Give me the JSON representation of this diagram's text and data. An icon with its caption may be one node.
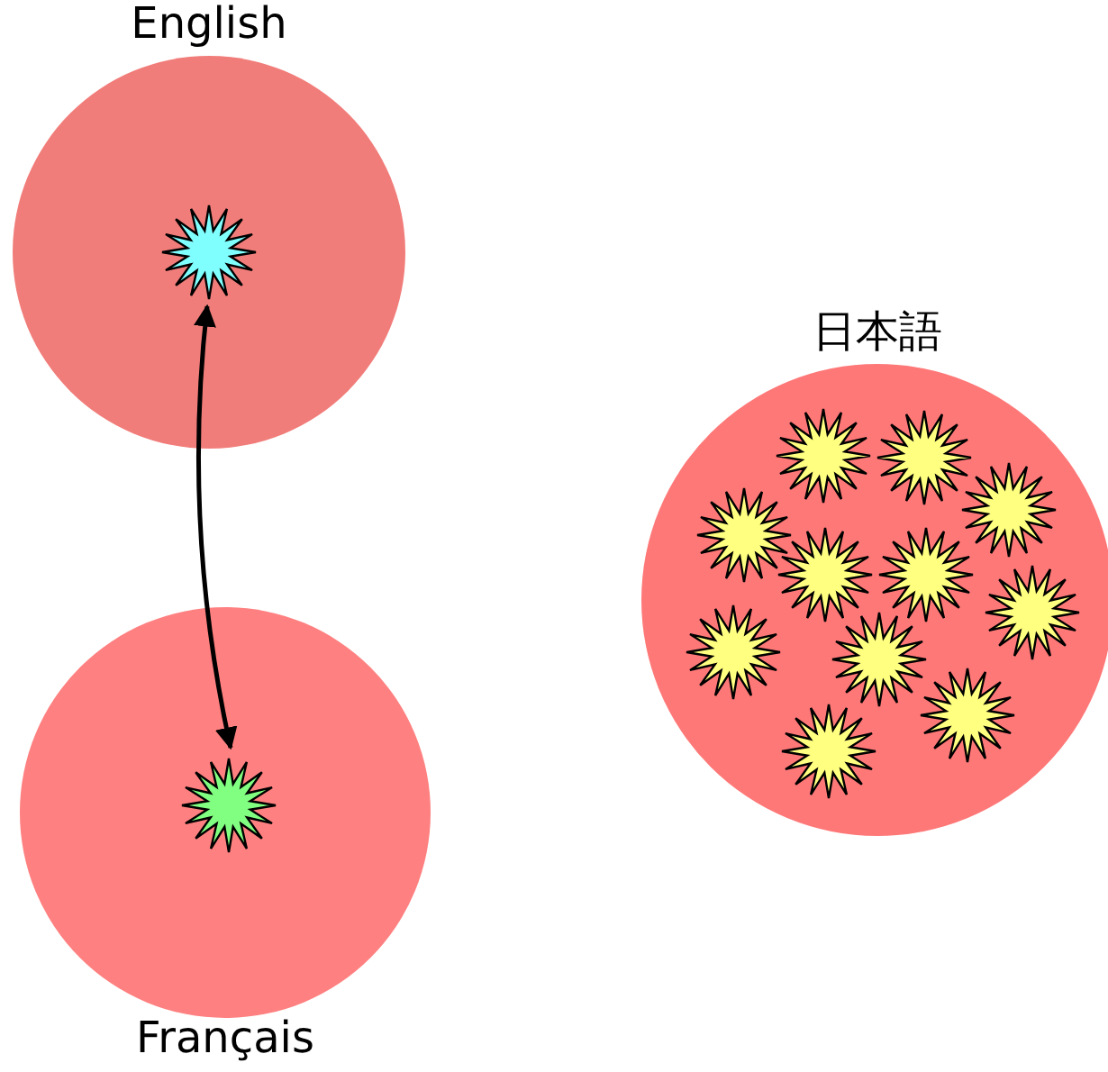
{
  "diagram": {
    "nodes": [
      {
        "text": [
          "English"
        ]
      },
      {
        "text": [],
        "shape": "star",
        "in": 0
      },
      {
        "text": [
          "Français"
        ]
      },
      {
        "text": [],
        "shape": "star",
        "in": 2
      },
      {
        "text": [
          "日本語"
        ]
      },
      {
        "text": [],
        "shape": "star",
        "in": 4
      },
      {
        "text": [],
        "shape": "star",
        "in": 4
      },
      {
        "text": [],
        "shape": "star",
        "in": 4
      },
      {
        "text": [],
        "shape": "star",
        "in": 4
      },
      {
        "text": [],
        "shape": "star",
        "in": 4
      },
      {
        "text": [],
        "shape": "star",
        "in": 4
      },
      {
        "text": [],
        "shape": "star",
        "in": 4
      },
      {
        "text": [],
        "shape": "star",
        "in": 4
      },
      {
        "text": [],
        "shape": "star",
        "in": 4
      },
      {
        "text": [],
        "shape": "star",
        "in": 4
      },
      {
        "text": [],
        "shape": "star",
        "in": 4
      }
    ],
    "edges": [
      {
        "from": 1,
        "to": 3,
        "arrow": "both"
      }
    ]
  }
}
